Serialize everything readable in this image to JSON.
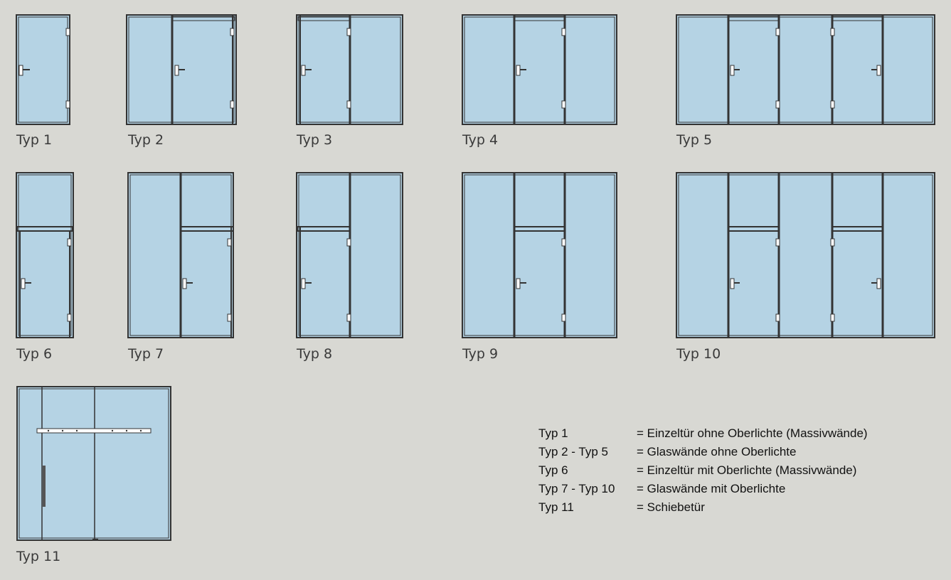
{
  "colors": {
    "glass": "#b5d3e4",
    "frame": "#3a3a3a",
    "background": "#d8d8d3"
  },
  "types": [
    {
      "label": "Typ 1"
    },
    {
      "label": "Typ 2"
    },
    {
      "label": "Typ 3"
    },
    {
      "label": "Typ 4"
    },
    {
      "label": "Typ 5"
    },
    {
      "label": "Typ 6"
    },
    {
      "label": "Typ 7"
    },
    {
      "label": "Typ 8"
    },
    {
      "label": "Typ 9"
    },
    {
      "label": "Typ 10"
    },
    {
      "label": "Typ 11"
    }
  ],
  "legend": [
    {
      "key": "Typ 1",
      "value": "= Einzeltür ohne Oberlichte (Massivwände)"
    },
    {
      "key": "Typ 2 - Typ 5",
      "value": "=  Glaswände ohne Oberlichte"
    },
    {
      "key": "Typ 6",
      "value": "= Einzeltür mit Oberlichte (Massivwände)"
    },
    {
      "key": "Typ 7 - Typ 10",
      "value": "= Glaswände mit Oberlichte"
    },
    {
      "key": "Typ 11",
      "value": "= Schiebetür"
    }
  ]
}
